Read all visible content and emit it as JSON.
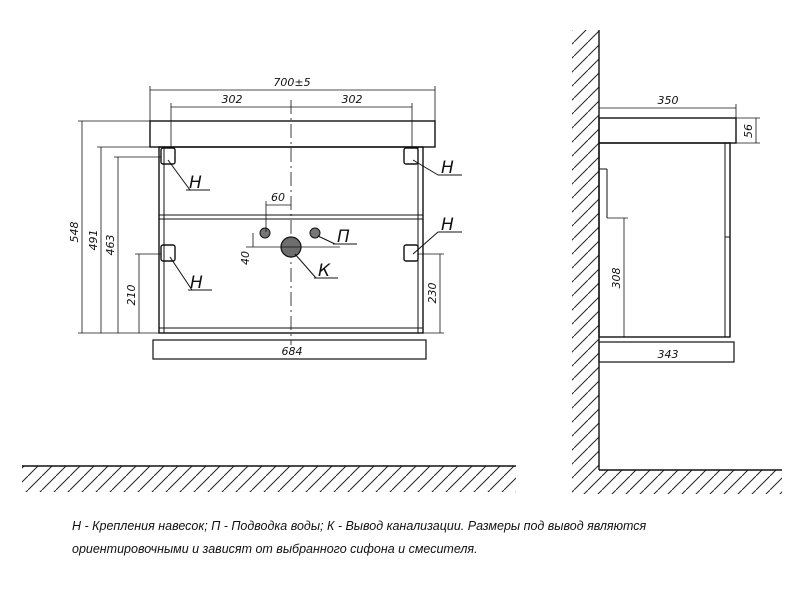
{
  "front_view": {
    "overall_width": "700±5",
    "half_left": "302",
    "half_right": "302",
    "height_total": "548",
    "height_mid": "491",
    "height_inner": "463",
    "height_left_mount": "210",
    "height_right_mount": "230",
    "bottom_width": "684",
    "pipe_offset_x": "60",
    "pipe_offset_y": "40"
  },
  "side_view": {
    "depth_top": "350",
    "top_thickness": "56",
    "body_height": "308",
    "depth_bottom": "343"
  },
  "labels": {
    "mount": "Н",
    "water": "П",
    "drain": "К"
  },
  "legend": {
    "line1": "Н - Крепления навесок; П - Подводка воды; К - Вывод канализации. Размеры под вывод являются",
    "line2": "ориентировочными и зависят от выбранного сифона и смесителя."
  }
}
